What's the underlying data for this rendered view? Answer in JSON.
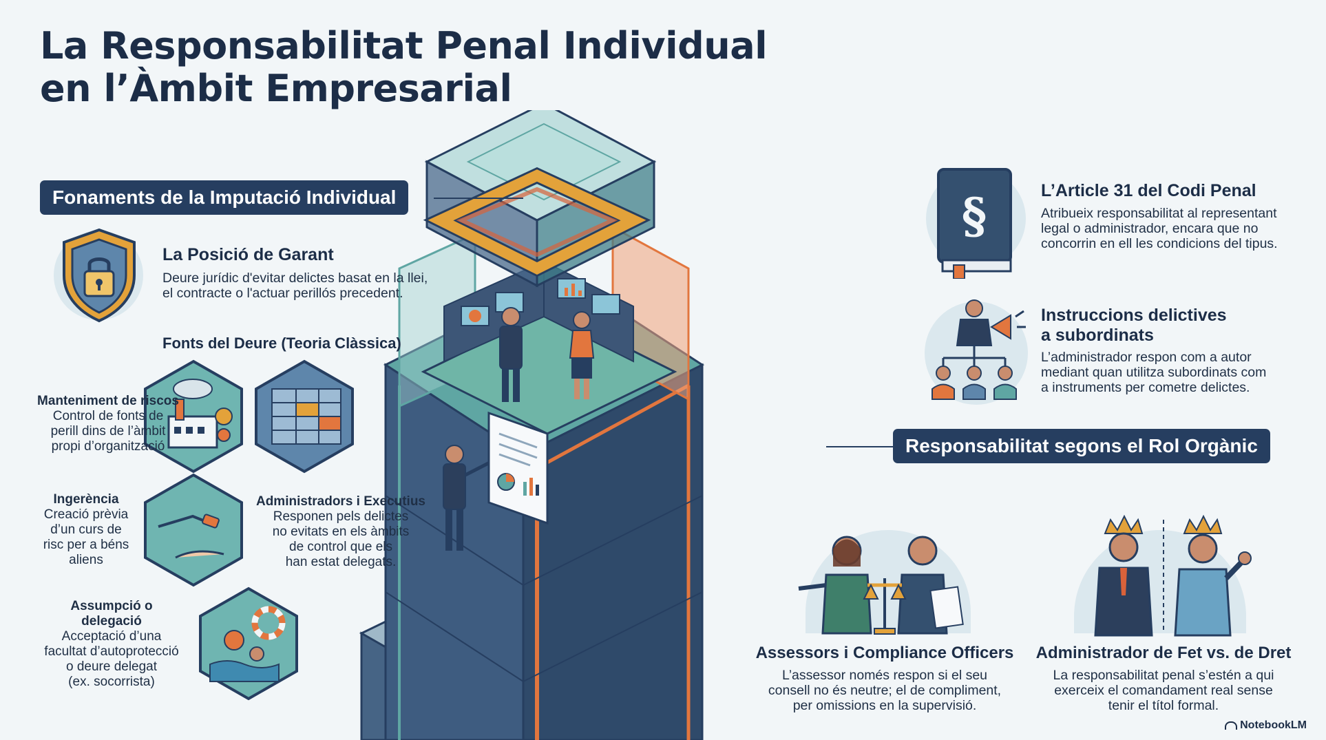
{
  "title_line1": "La Responsabilitat Penal Individual",
  "title_line2": "en l’Àmbit Empresarial",
  "left_section": {
    "heading": "Fonaments de la Imputació Individual",
    "garant": {
      "title": "La Posició de Garant",
      "line1": "Deure jurídic d'evitar delictes basat en la llei,",
      "line2": "el contracte o l'actuar perillós precedent."
    },
    "sources_title": "Fonts del Deure (Teoria Clàssica)",
    "sources": [
      {
        "title": "Manteniment de riscos",
        "lines": [
          "Control de fonts de",
          "perill dins de l’àmbit",
          "propi d’organització"
        ]
      },
      {
        "title": "Ingerència",
        "lines": [
          "Creació prèvia",
          "d’un curs de",
          "risc per a béns",
          "aliens"
        ]
      },
      {
        "title": "Assumpció o",
        "title2": "delegació",
        "lines": [
          "Acceptació d’una",
          "facultat d’autoprotecció",
          "o deure delegat",
          "(ex. socorrista)"
        ]
      }
    ],
    "admins": {
      "title": "Administradors i Executius",
      "lines": [
        "Responen pels delictes",
        "no evitats en els àmbits",
        "de control que els",
        "han estat delegats."
      ]
    }
  },
  "right_top": {
    "article": {
      "title": "L’Article 31 del Codi Penal",
      "lines": [
        "Atribueix responsabilitat al representant",
        "legal o administrador, encara que no",
        "concorrin en ell les condicions del tipus."
      ],
      "symbol": "§"
    },
    "instructions": {
      "title1": "Instruccions delictives",
      "title2": "a subordinats",
      "lines": [
        "L’administrador respon com a autor",
        "mediant quan utilitza subordinats com",
        "a instruments per cometre delictes."
      ]
    }
  },
  "right_section": {
    "heading": "Responsabilitat segons el Rol Orgànic",
    "advisors": {
      "title": "Assessors i Compliance Officers",
      "lines": [
        "L’assessor només respon si el seu",
        "consell no és neutre; el de compliment,",
        "per omissions en la supervisió."
      ]
    },
    "de_facto": {
      "title": "Administrador de Fet vs. de Dret",
      "lines": [
        "La responsabilitat penal s’estén a qui",
        "exerceix el comandament real sense",
        "tenir el títol formal."
      ]
    }
  },
  "brand": "NotebookLM",
  "colors": {
    "navy": "#263e60",
    "teal": "#5fa6a3",
    "orange": "#e2763e",
    "gold": "#e3a23a",
    "background": "#f2f6f8"
  }
}
